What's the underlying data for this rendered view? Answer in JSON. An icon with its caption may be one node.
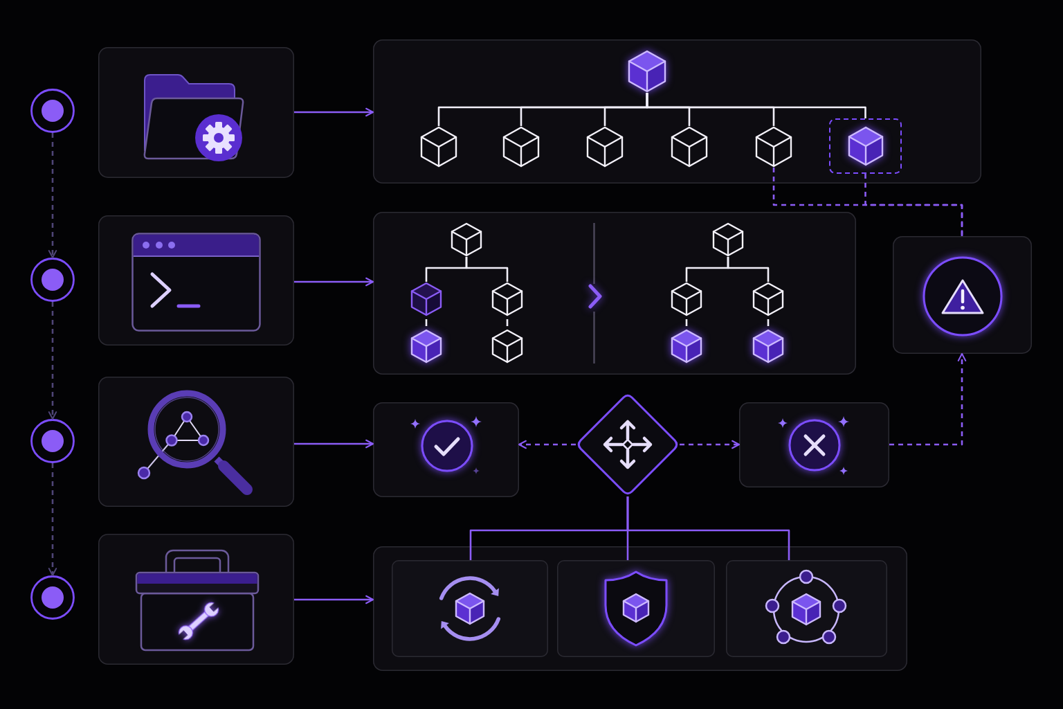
{
  "diagram": {
    "nodes": [
      {
        "text": [],
        "shape": "circle"
      },
      {
        "text": [],
        "shape": "circle"
      },
      {
        "text": [],
        "shape": "circle"
      },
      {
        "text": [],
        "shape": "circle"
      },
      {
        "text": [],
        "shape": "box"
      },
      {
        "text": [],
        "shape": "box"
      },
      {
        "text": [],
        "shape": "box"
      },
      {
        "text": [],
        "shape": "box"
      },
      {
        "text": [],
        "shape": "box"
      },
      {
        "text": [],
        "shape": "cube",
        "in": 8
      },
      {
        "text": [],
        "shape": "cube",
        "in": 8
      },
      {
        "text": [],
        "shape": "cube",
        "in": 8
      },
      {
        "text": [],
        "shape": "cube",
        "in": 8
      },
      {
        "text": [],
        "shape": "cube",
        "in": 8
      },
      {
        "text": [],
        "shape": "cube",
        "in": 8
      },
      {
        "text": [],
        "shape": "cube",
        "in": 8
      },
      {
        "text": [],
        "shape": "box"
      },
      {
        "text": [],
        "shape": "cube",
        "in": 16
      },
      {
        "text": [],
        "shape": "cube",
        "in": 16
      },
      {
        "text": [],
        "shape": "cube",
        "in": 16
      },
      {
        "text": [],
        "shape": "cube",
        "in": 16
      },
      {
        "text": [],
        "shape": "cube",
        "in": 16
      },
      {
        "text": [],
        "shape": "cube",
        "in": 16
      },
      {
        "text": [],
        "shape": "cube",
        "in": 16
      },
      {
        "text": [],
        "shape": "cube",
        "in": 16
      },
      {
        "text": [],
        "shape": "cube",
        "in": 16
      },
      {
        "text": [],
        "shape": "cube",
        "in": 16
      },
      {
        "text": [],
        "shape": "box"
      },
      {
        "text": [],
        "shape": "box"
      },
      {
        "text": [],
        "shape": "diamond"
      },
      {
        "text": [],
        "shape": "box"
      },
      {
        "text": [],
        "shape": "box"
      },
      {
        "text": [],
        "shape": "box",
        "in": 31
      },
      {
        "text": [],
        "shape": "box",
        "in": 31
      },
      {
        "text": [],
        "shape": "box",
        "in": 31
      }
    ],
    "edges": [
      {
        "from": 0,
        "to": 1,
        "arrow": "to",
        "style": "dashed",
        "color": "#4f4577"
      },
      {
        "from": 1,
        "to": 2,
        "arrow": "to",
        "style": "dashed",
        "color": "#4f4577"
      },
      {
        "from": 2,
        "to": 3,
        "arrow": "to",
        "style": "dashed",
        "color": "#4f4577"
      },
      {
        "from": 4,
        "to": 8,
        "arrow": "to",
        "color": "#8b5cf6"
      },
      {
        "from": 5,
        "to": 16,
        "arrow": "to",
        "color": "#8b5cf6"
      },
      {
        "from": 6,
        "to": 28,
        "arrow": "to",
        "color": "#8b5cf6"
      },
      {
        "from": 7,
        "to": 31,
        "arrow": "to",
        "color": "#8b5cf6"
      },
      {
        "from": 9,
        "to": 10,
        "arrow": "none"
      },
      {
        "from": 9,
        "to": 11,
        "arrow": "none"
      },
      {
        "from": 9,
        "to": 12,
        "arrow": "none"
      },
      {
        "from": 9,
        "to": 13,
        "arrow": "none"
      },
      {
        "from": 9,
        "to": 14,
        "arrow": "none"
      },
      {
        "from": 9,
        "to": 15,
        "arrow": "none"
      },
      {
        "from": 17,
        "to": 18,
        "arrow": "none"
      },
      {
        "from": 17,
        "to": 19,
        "arrow": "none"
      },
      {
        "from": 18,
        "to": 20,
        "arrow": "none",
        "style": "dashed"
      },
      {
        "from": 19,
        "to": 21,
        "arrow": "none",
        "style": "dashed"
      },
      {
        "from": 22,
        "to": 23,
        "arrow": "none"
      },
      {
        "from": 22,
        "to": 24,
        "arrow": "none"
      },
      {
        "from": 23,
        "to": 25,
        "arrow": "none",
        "style": "dashed"
      },
      {
        "from": 24,
        "to": 26,
        "arrow": "none",
        "style": "dashed"
      },
      {
        "from": 14,
        "to": 27,
        "arrow": "none",
        "style": "dashed",
        "color": "#8b5cf6"
      },
      {
        "from": 15,
        "to": 27,
        "arrow": "none",
        "style": "dashed",
        "color": "#8b5cf6"
      },
      {
        "from": 29,
        "to": 28,
        "arrow": "to",
        "style": "dashed",
        "color": "#8b5cf6"
      },
      {
        "from": 29,
        "to": 30,
        "arrow": "to",
        "style": "dashed",
        "color": "#8b5cf6"
      },
      {
        "from": 30,
        "to": 27,
        "arrow": "to",
        "style": "dashed",
        "color": "#8b5cf6"
      },
      {
        "from": 29,
        "to": 32,
        "arrow": "none",
        "color": "#8b5cf6"
      },
      {
        "from": 29,
        "to": 33,
        "arrow": "none",
        "color": "#8b5cf6"
      },
      {
        "from": 29,
        "to": 34,
        "arrow": "none",
        "color": "#8b5cf6"
      }
    ]
  }
}
